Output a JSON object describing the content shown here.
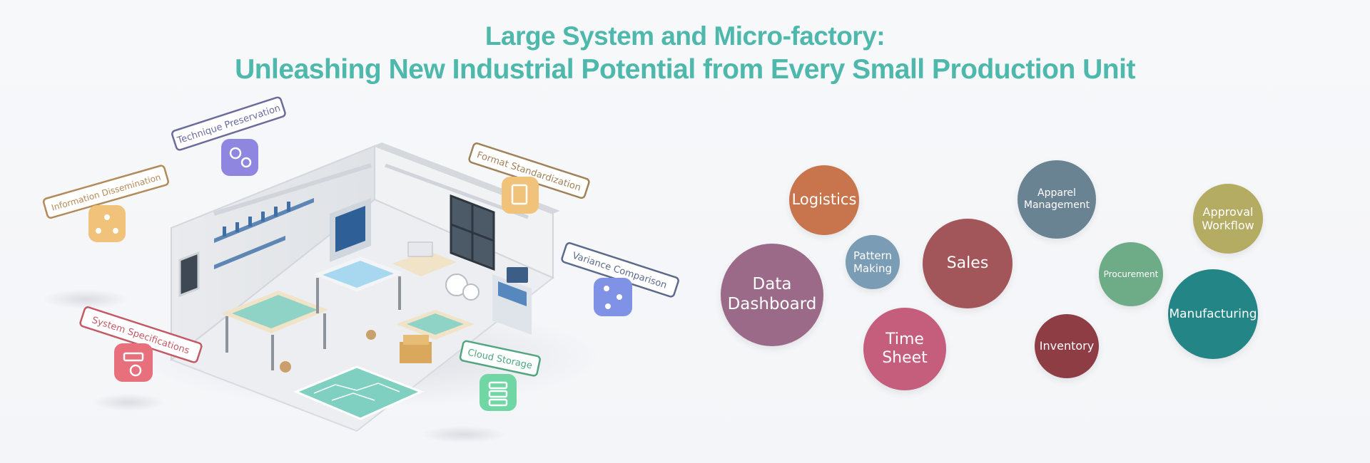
{
  "header": {
    "line1": "Large System and Micro-factory:",
    "line2": "Unleashing New Industrial Potential from Every Small Production Unit"
  },
  "scene": {
    "callouts": [
      {
        "label": "Technique Preservation",
        "color": "#6b6c9e",
        "icon": "team-icon",
        "icon_color": "#8f86e0"
      },
      {
        "label": "Information Dissemination",
        "color": "#b38a5a",
        "icon": "network-icon",
        "icon_color": "#f0c27a"
      },
      {
        "label": "Format Standardization",
        "color": "#a0825a",
        "icon": "document-icon",
        "icon_color": "#f0c27a"
      },
      {
        "label": "Variance Comparison",
        "color": "#5c6a8e",
        "icon": "flow-icon",
        "icon_color": "#7f92e6"
      },
      {
        "label": "System Specifications",
        "color": "#c45a66",
        "icon": "server-gear-icon",
        "icon_color": "#e8707c"
      },
      {
        "label": "Cloud Storage",
        "color": "#4fa67f",
        "icon": "database-icon",
        "icon_color": "#6fd6a4"
      }
    ]
  },
  "modules": [
    {
      "label": "Logistics",
      "color": "#c8744c"
    },
    {
      "label": "Pattern Making",
      "color": "#7a9cb4"
    },
    {
      "label": "Data Dashboard",
      "color": "#9a6a88"
    },
    {
      "label": "Time Sheet",
      "color": "#c45e7c"
    },
    {
      "label": "Sales",
      "color": "#a35659"
    },
    {
      "label": "Apparel Management",
      "color": "#6a8393"
    },
    {
      "label": "Inventory",
      "color": "#8e3d44"
    },
    {
      "label": "Procurement",
      "color": "#6eac87"
    },
    {
      "label": "Approval Workflow",
      "color": "#b4ac62"
    },
    {
      "label": "Manufacturing",
      "color": "#238585"
    }
  ]
}
